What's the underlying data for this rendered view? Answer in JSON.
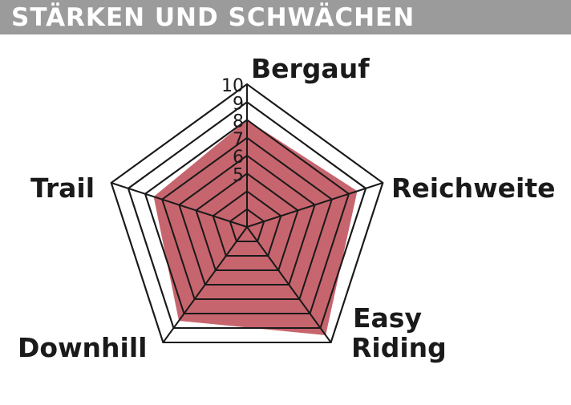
{
  "header": {
    "title": "STÄRKEN UND SCHWÄCHEN"
  },
  "colors": {
    "header_bg": "#9b9b9b",
    "fill": "#bd4a55",
    "grid": "#1a1a1a"
  },
  "chart_data": {
    "type": "radar",
    "axes": [
      "Bergauf",
      "Reichweite",
      "Easy Riding",
      "Trail",
      "Downhill"
    ],
    "values": {
      "Bergauf": 8,
      "Reichweite": 8.5,
      "Easy Riding": 9.5,
      "Downhill": 8.5,
      "Trail": 7.5
    },
    "rings": [
      10,
      9,
      8,
      7,
      6,
      5,
      4,
      3
    ],
    "tick_labels": [
      "10",
      "9",
      "8",
      "7",
      "6",
      "5"
    ]
  }
}
